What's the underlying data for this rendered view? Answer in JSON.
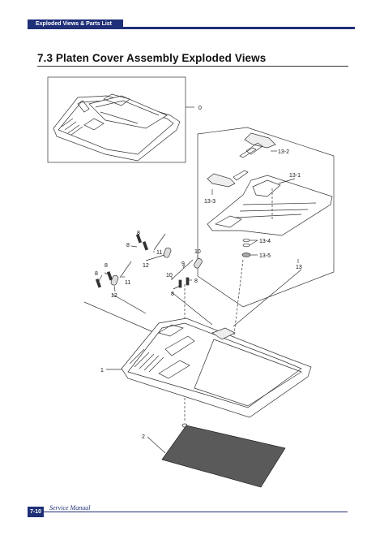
{
  "header": {
    "tab_label": "Exploded Views & Parts List"
  },
  "page": {
    "title": "7.3  Platen Cover Assembly Exploded Views"
  },
  "diagram": {
    "callouts": {
      "c0": "0",
      "c13_2": "13-2",
      "c13_1": "13-1",
      "c13_3": "13-3",
      "c13_4": "13-4",
      "c13_5": "13-5",
      "c13": "13",
      "c8a": "8",
      "c8b": "8",
      "c11a": "11",
      "c12a": "12",
      "c8c": "8",
      "c8d": "8",
      "c11b": "11",
      "c12b": "12",
      "c10a": "10",
      "c9": "9",
      "c10b": "10",
      "c8e": "8",
      "c8f": "8",
      "c1": "1",
      "c2": "2"
    }
  },
  "footer": {
    "page_number": "7-10",
    "manual_title": "Service Manual"
  }
}
